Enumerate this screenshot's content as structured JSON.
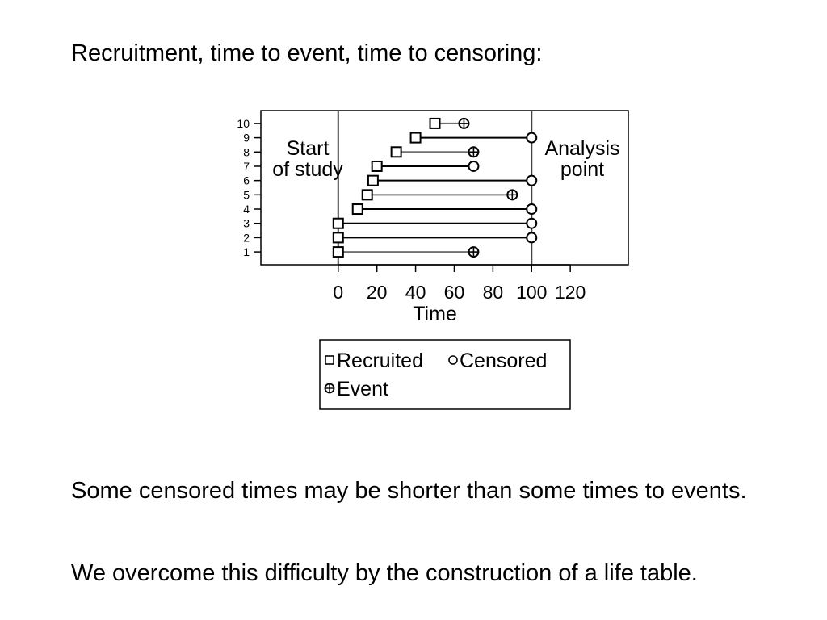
{
  "slide": {
    "heading": "Recruitment, time to event, time to censoring:",
    "paragraph1": "Some censored times may be shorter than some times to events.",
    "paragraph2": "We overcome this difficulty by the construction of a life table."
  },
  "chart_data": {
    "type": "scatter",
    "xlabel": "Time",
    "ylabel": "",
    "xlim": [
      -40,
      150
    ],
    "ylim": [
      0.1,
      10.9
    ],
    "x_ticks": [
      0,
      20,
      40,
      60,
      80,
      100,
      120
    ],
    "y_ticks": [
      1,
      2,
      3,
      4,
      5,
      6,
      7,
      8,
      9,
      10
    ],
    "reference_lines": [
      {
        "x": 0,
        "label_lines": [
          "Start",
          "of study"
        ]
      },
      {
        "x": 100,
        "label_lines": [
          "Analysis",
          "point"
        ]
      }
    ],
    "subjects": [
      {
        "id": 1,
        "recruited": 0,
        "end": 70,
        "outcome": "Event"
      },
      {
        "id": 2,
        "recruited": 0,
        "end": 100,
        "outcome": "Censored"
      },
      {
        "id": 3,
        "recruited": 0,
        "end": 100,
        "outcome": "Censored"
      },
      {
        "id": 4,
        "recruited": 10,
        "end": 100,
        "outcome": "Censored"
      },
      {
        "id": 5,
        "recruited": 15,
        "end": 90,
        "outcome": "Event"
      },
      {
        "id": 6,
        "recruited": 18,
        "end": 100,
        "outcome": "Censored"
      },
      {
        "id": 7,
        "recruited": 20,
        "end": 70,
        "outcome": "Censored"
      },
      {
        "id": 8,
        "recruited": 30,
        "end": 70,
        "outcome": "Event"
      },
      {
        "id": 9,
        "recruited": 40,
        "end": 100,
        "outcome": "Censored"
      },
      {
        "id": 10,
        "recruited": 50,
        "end": 65,
        "outcome": "Event"
      }
    ],
    "legend": [
      "Recruited",
      "Censored",
      "Event"
    ],
    "legend_placement": "below",
    "grid": false,
    "colors": {
      "censored_line": "#000000",
      "event_line": "#707070"
    }
  }
}
